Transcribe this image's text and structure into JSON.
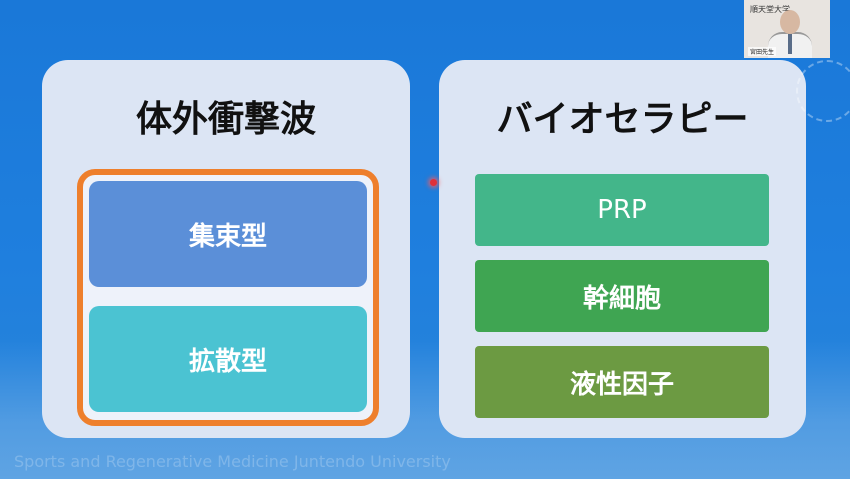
{
  "slide": {
    "left_panel": {
      "title": "体外衝撃波",
      "items": [
        "集束型",
        "拡散型"
      ],
      "frame_color": "#ee7f2c",
      "item_colors": [
        "#5b8fd8",
        "#4bc3d2"
      ]
    },
    "right_panel": {
      "title": "バイオセラピー",
      "items": [
        "PRP",
        "幹細胞",
        "液性因子"
      ],
      "item_colors": [
        "#43b68a",
        "#3fa552",
        "#6c9a42"
      ]
    },
    "footer_watermark": "Sports and Regenerative Medicine Juntendo University",
    "background_color": "#1f7fde"
  },
  "webcam": {
    "logo_text": "順天堂大学",
    "name_tag": "宮田先生"
  }
}
